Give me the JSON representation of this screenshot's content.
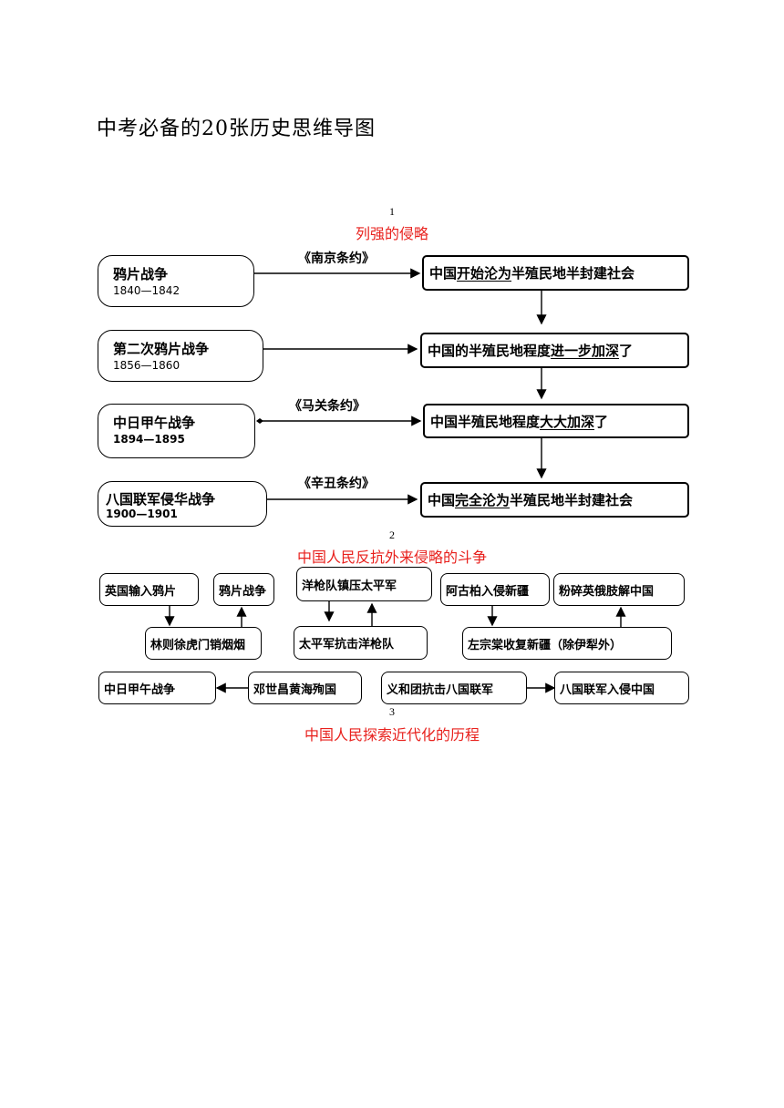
{
  "doc_title": "中考必备的20张历史思维导图",
  "section1": {
    "number": "1",
    "title": "列强的侵略",
    "wars": [
      {
        "name": "鸦片战争",
        "years": "1840—1842"
      },
      {
        "name": "第二次鸦片战争",
        "years": "1856—1860"
      },
      {
        "name": "中日甲午战争",
        "years": "1894—1895"
      },
      {
        "name": "八国联军侵华战争",
        "years": "1900—1901"
      }
    ],
    "treaties": [
      "《南京条约》",
      "《马关条约》",
      "《辛丑条约》"
    ],
    "results": [
      {
        "pre": "中国",
        "ul": "开始沦为",
        "post": "半殖民地半封建社会"
      },
      {
        "pre": "中国的半殖民地程度",
        "ul": "进一步加深",
        "post": "了"
      },
      {
        "pre": "中国半殖民地程度",
        "ul": "大大加深",
        "post": "了"
      },
      {
        "pre": "中国",
        "ul": "完全沦为",
        "post": "半殖民地半封建社会"
      }
    ]
  },
  "section2": {
    "number": "2",
    "title": "中国人民反抗外来侵略的斗争",
    "boxes": {
      "opium_import": "英国输入鸦片",
      "opium_war": "鸦片战争",
      "lin_zexu": "林则徐虎门销烟烟",
      "foreign_army": "洋枪队镇压太平军",
      "taiping": "太平军抗击洋枪队",
      "agubo": "阿古柏入侵新疆",
      "smash": "粉碎英俄肢解中国",
      "zuo": "左宗棠收复新疆（除伊犁外）",
      "sino_japan": "中日甲午战争",
      "deng": "邓世昌黄海殉国",
      "boxer": "义和团抗击八国联军",
      "eight_nation": "八国联军入侵中国"
    }
  },
  "section3": {
    "number": "3",
    "title": "中国人民探索近代化的历程"
  }
}
